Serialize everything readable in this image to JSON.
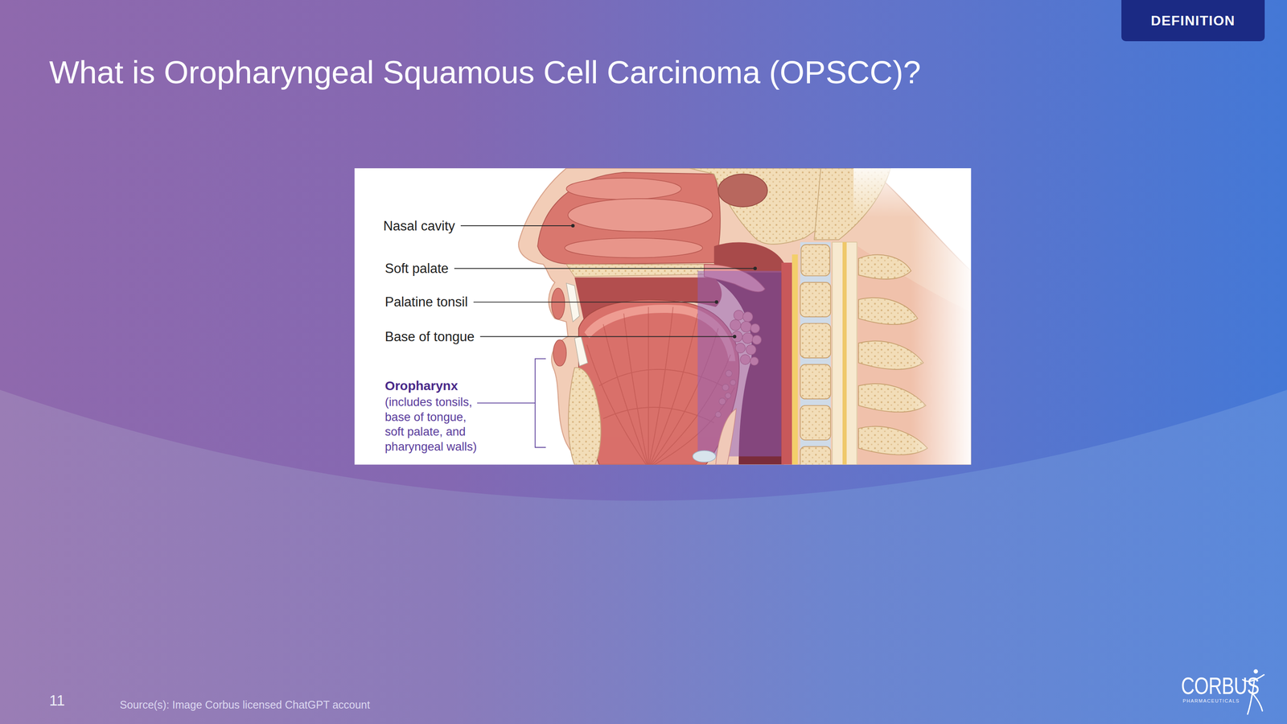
{
  "diagram": {
    "title": "What is Oropharyngeal Squamous Cell Carcinoma (OPSCC)?",
    "nodes": [
      {
        "text": [
          "DEFINITION"
        ]
      }
    ],
    "labels": [
      "Nasal cavity",
      "Soft palate",
      "Palatine tonsil",
      "Base of tongue",
      "Oropharynx",
      "(includes tonsils, base of tongue, soft palate, and pharyngeal walls)",
      "11",
      "Source(s): Image Corbus licensed ChatGPT account",
      "CORBUS",
      "PHARMACEUTICALS"
    ]
  }
}
